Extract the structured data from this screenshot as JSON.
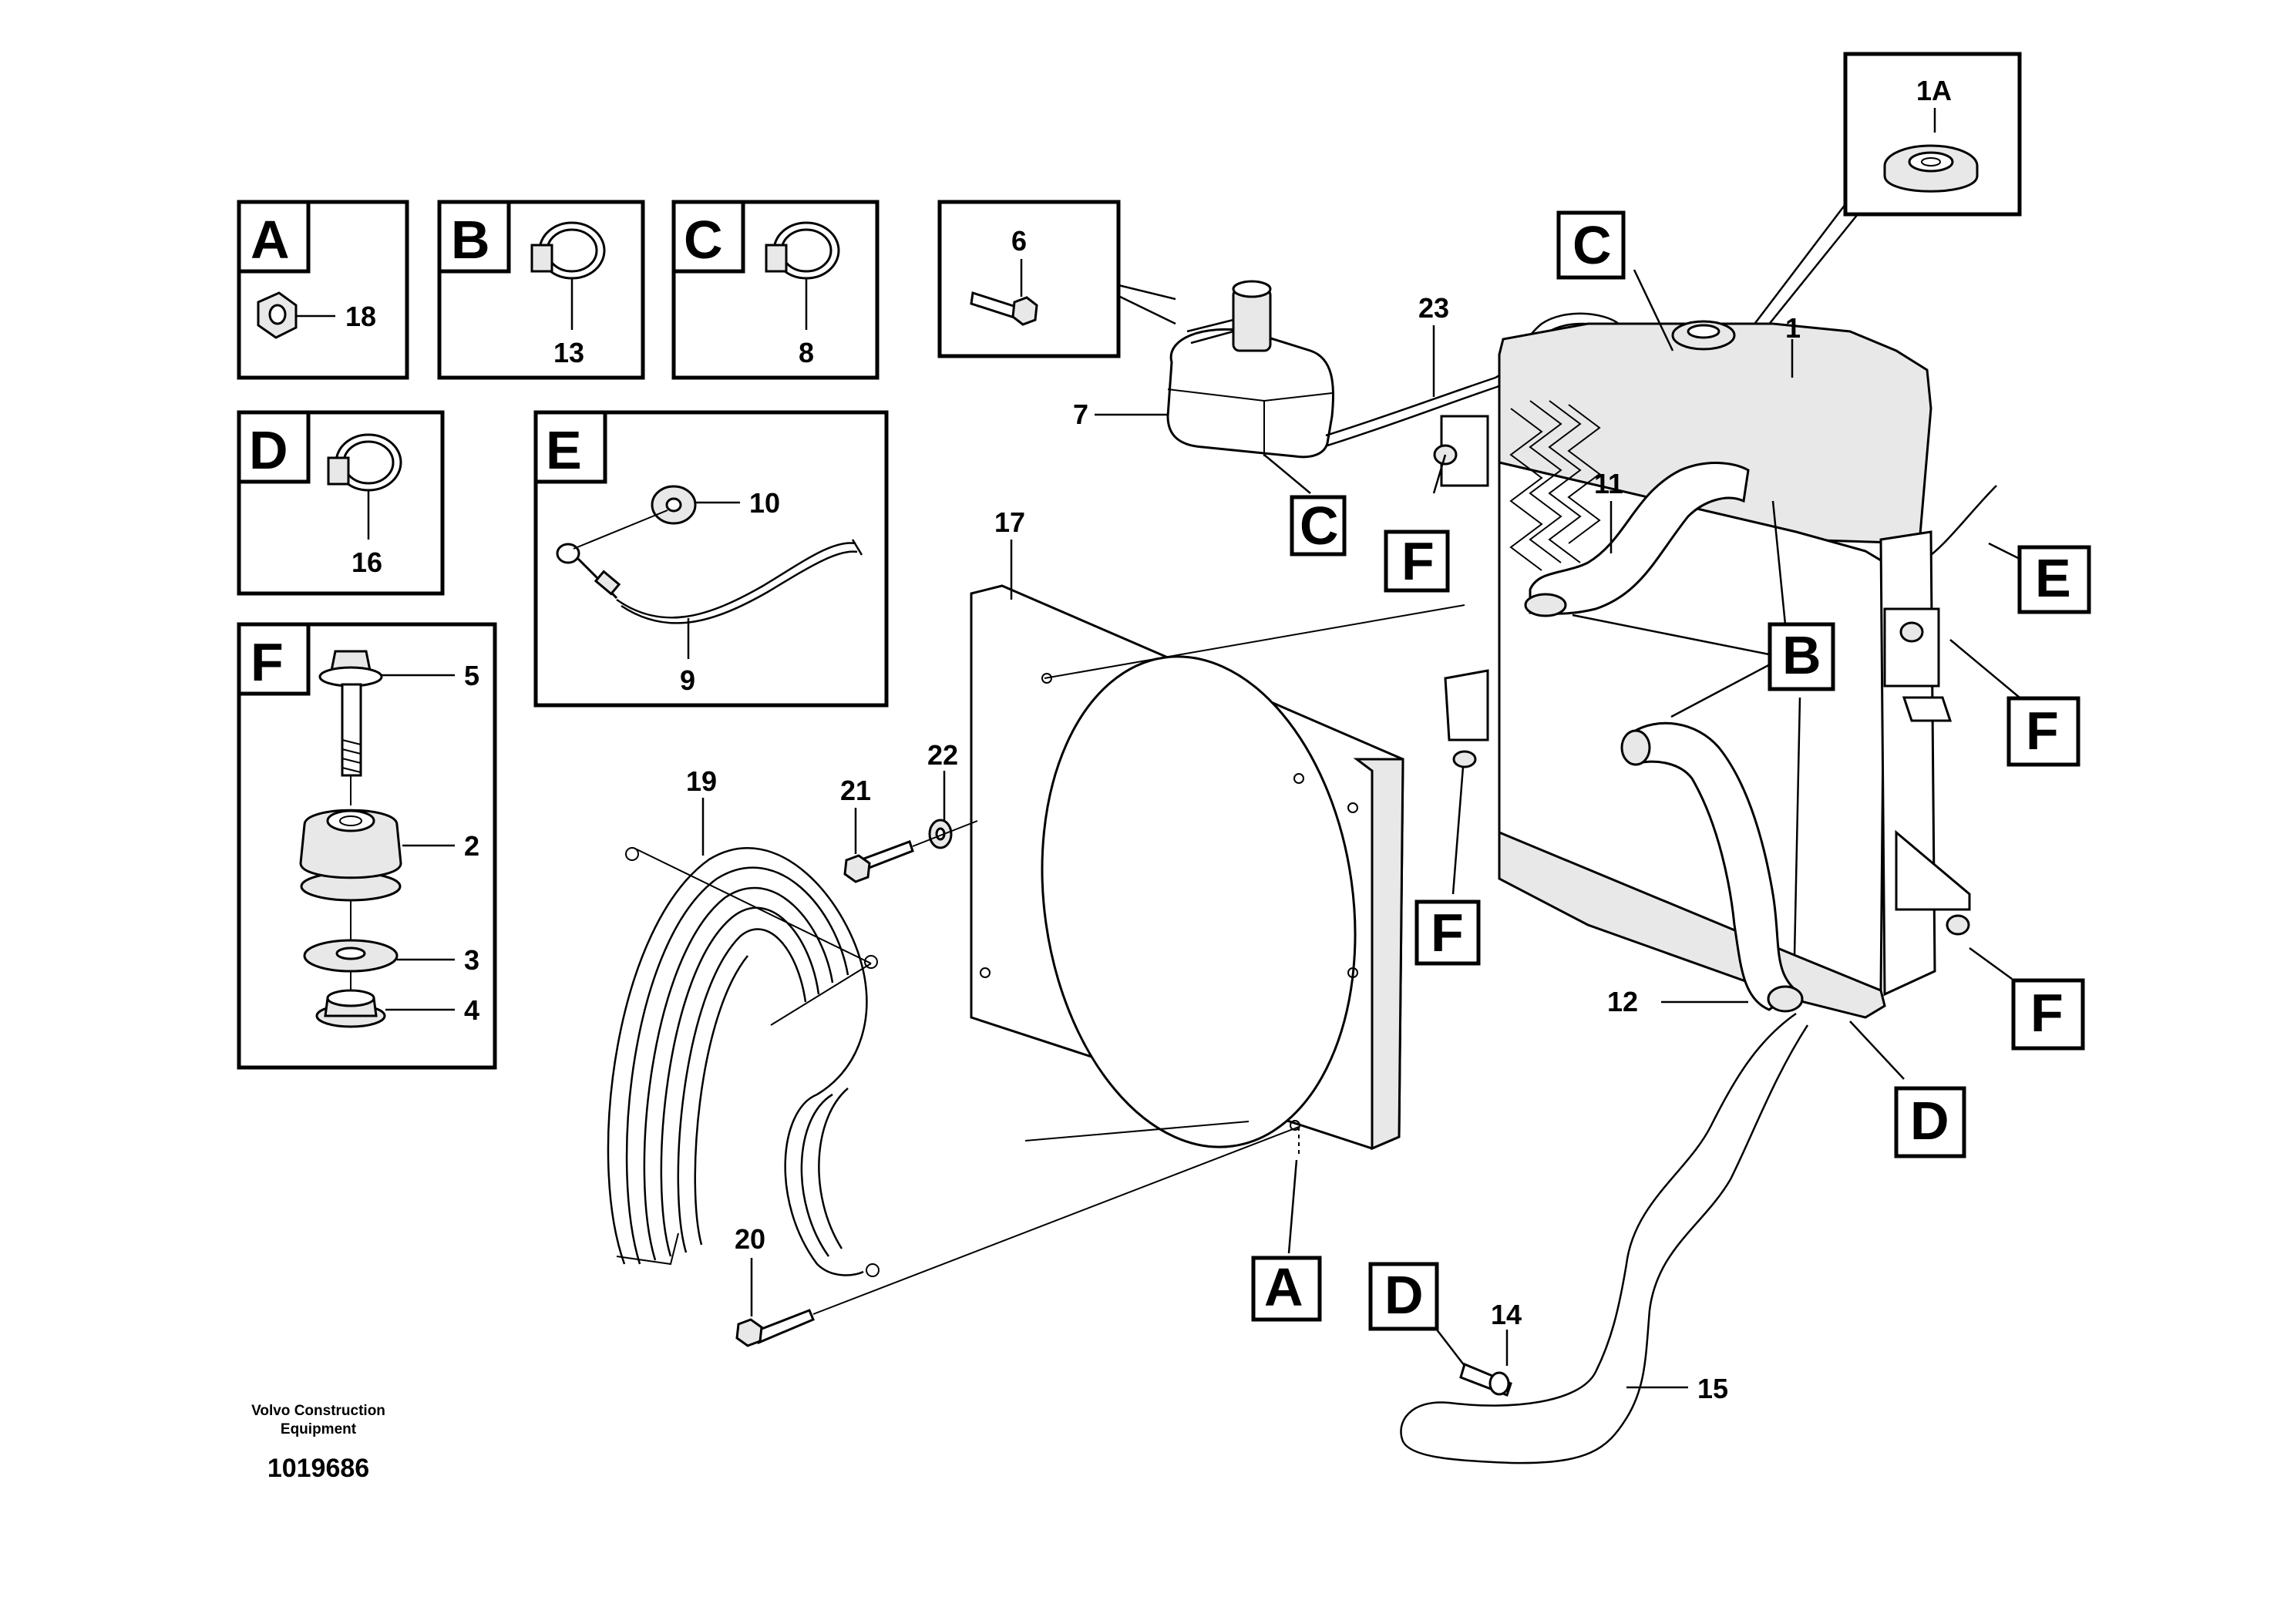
{
  "inset_boxes": {
    "A": {
      "letter": "A",
      "parts": [
        "18"
      ]
    },
    "B": {
      "letter": "B",
      "parts": [
        "13"
      ]
    },
    "C": {
      "letter": "C",
      "parts": [
        "8"
      ]
    },
    "D": {
      "letter": "D",
      "parts": [
        "16"
      ]
    },
    "E": {
      "letter": "E",
      "parts": [
        "10",
        "9"
      ]
    },
    "F": {
      "letter": "F",
      "parts": [
        "5",
        "2",
        "3",
        "4"
      ]
    },
    "bolt6": {
      "parts": [
        "6"
      ]
    },
    "cap1A": {
      "parts": [
        "1A"
      ]
    }
  },
  "part_numbers": [
    "1",
    "7",
    "11",
    "12",
    "14",
    "15",
    "17",
    "19",
    "20",
    "21",
    "22",
    "23"
  ],
  "callout_letters": {
    "C_top": "C",
    "C_tank": "C",
    "F_upper": "F",
    "F_lower": "F",
    "F_right_upper": "F",
    "F_right_lower": "F",
    "B_main": "B",
    "E_right": "E",
    "D_right": "D",
    "D_bottom": "D",
    "A_bottom": "A"
  },
  "footer": {
    "company_line1": "Volvo Construction",
    "company_line2": "Equipment",
    "drawing_number": "1019686"
  }
}
